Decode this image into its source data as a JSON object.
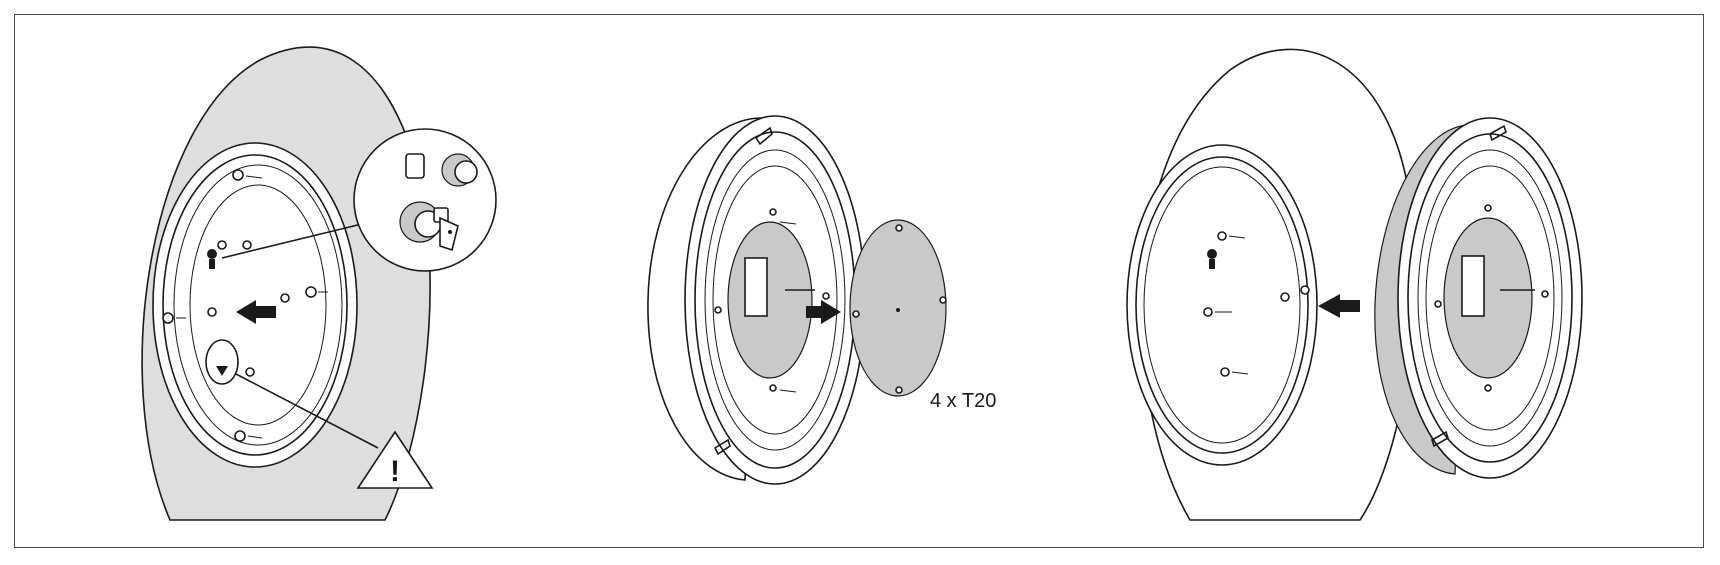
{
  "frame": {
    "border_color": "#4a4a4a"
  },
  "steps": [
    {
      "id": 1,
      "icons": [
        "wall-disc-icon",
        "mounting-ring-icon",
        "arrow-left-icon",
        "lock-detail-icon",
        "warning-triangle-icon"
      ],
      "warning_glyph": "!"
    },
    {
      "id": 2,
      "icons": [
        "housing-icon",
        "arrow-right-icon",
        "cover-plate-icon"
      ],
      "fastener_label": "4 x T20"
    },
    {
      "id": 3,
      "icons": [
        "wall-disc-icon",
        "housing-icon",
        "arrow-left-icon"
      ]
    }
  ],
  "colors": {
    "line": "#1a1a1a",
    "wall_fill": "#dedede",
    "shade": "#c9c9c9"
  }
}
